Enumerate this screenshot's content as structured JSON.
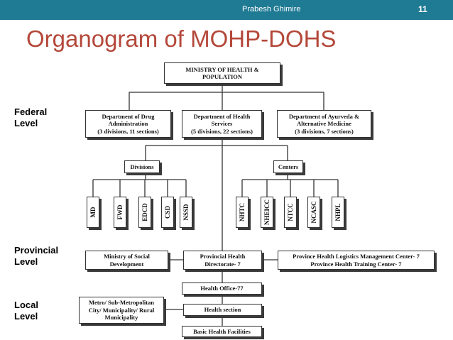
{
  "header": {
    "author": "Prabesh Ghimire",
    "slide_number": "11"
  },
  "title": "Organogram of MOHP-DOHS",
  "levels": {
    "federal": "Federal\nLevel",
    "provincial": "Provincial\nLevel",
    "local": "Local\nLevel"
  },
  "nodes": {
    "ministry": "MINISTRY OF HEALTH &\nPOPULATION",
    "dda": "Department of Drug\nAdministration\n(3 divisions, 11 sections)",
    "dohs": "Department of Health\nServices\n(5 divisions, 22 sections)",
    "ayurveda": "Department of Ayurveda &\nAlternative Medicine\n(3 divisions, 7 sections)",
    "divisions": "Divisions",
    "centers": "Centers",
    "md": "MD",
    "fwd": "FWD",
    "edcd": "EDCD",
    "csd": "CSD",
    "nssd": "NSSD",
    "nhtc": "NHTC",
    "nheicc": "NHEICC",
    "ntcc": "NTCC",
    "ncasc": "NCASC",
    "nhpl": "NHPL",
    "social_dev": "Ministry of Social\nDevelopment",
    "prov_directorate": "Provincial Health\nDirectorate- 7",
    "prov_centers": "Province Health Logistics Management Center- 7\nProvince Health Training Center- 7",
    "health_office": "Health Office-77",
    "municipality": "Metro/ Sub-Metropolitan\nCity/ Municipality/ Rural\nMunicipality",
    "health_section": "Health section",
    "basic_facilities": "Basic Health Facilities"
  }
}
